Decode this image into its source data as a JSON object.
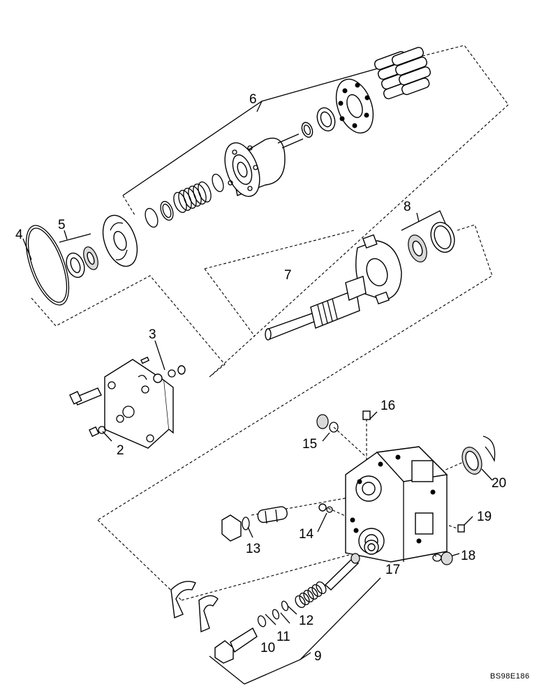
{
  "diagram": {
    "callouts": [
      "2",
      "3",
      "4",
      "5",
      "6",
      "7",
      "8",
      "9",
      "10",
      "11",
      "12",
      "13",
      "14",
      "15",
      "16",
      "17",
      "18",
      "19",
      "20"
    ],
    "reference_code": "BS98E186"
  }
}
